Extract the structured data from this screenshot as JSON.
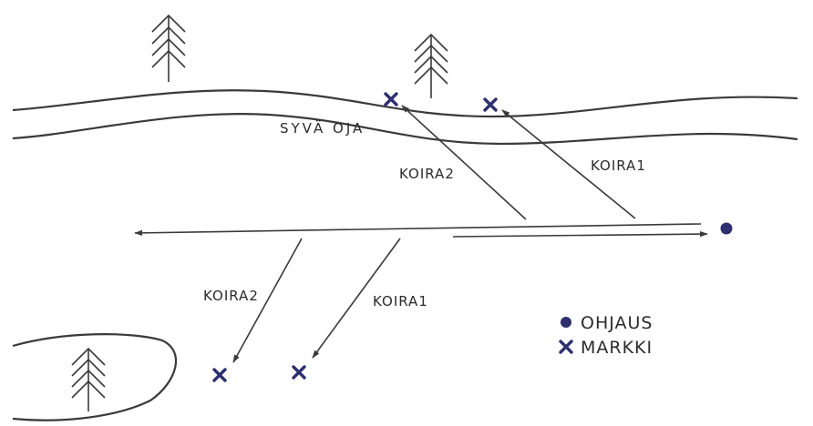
{
  "ditch_label": "SYVÄ OJA",
  "track_labels": {
    "upper_dog2": "KOIRA2",
    "upper_dog1": "KOIRA1",
    "lower_dog2": "KOIRA2",
    "lower_dog1": "KOIRA1"
  },
  "legend": {
    "handler_label": "OHJAUS",
    "marker_label": "MARKKI"
  },
  "colors": {
    "symbol": "#2e2f6e",
    "line": "#3a3a3a"
  },
  "icons": {
    "handler": "filled-circle",
    "marker": "x-cross",
    "tree": "spruce-tree"
  }
}
